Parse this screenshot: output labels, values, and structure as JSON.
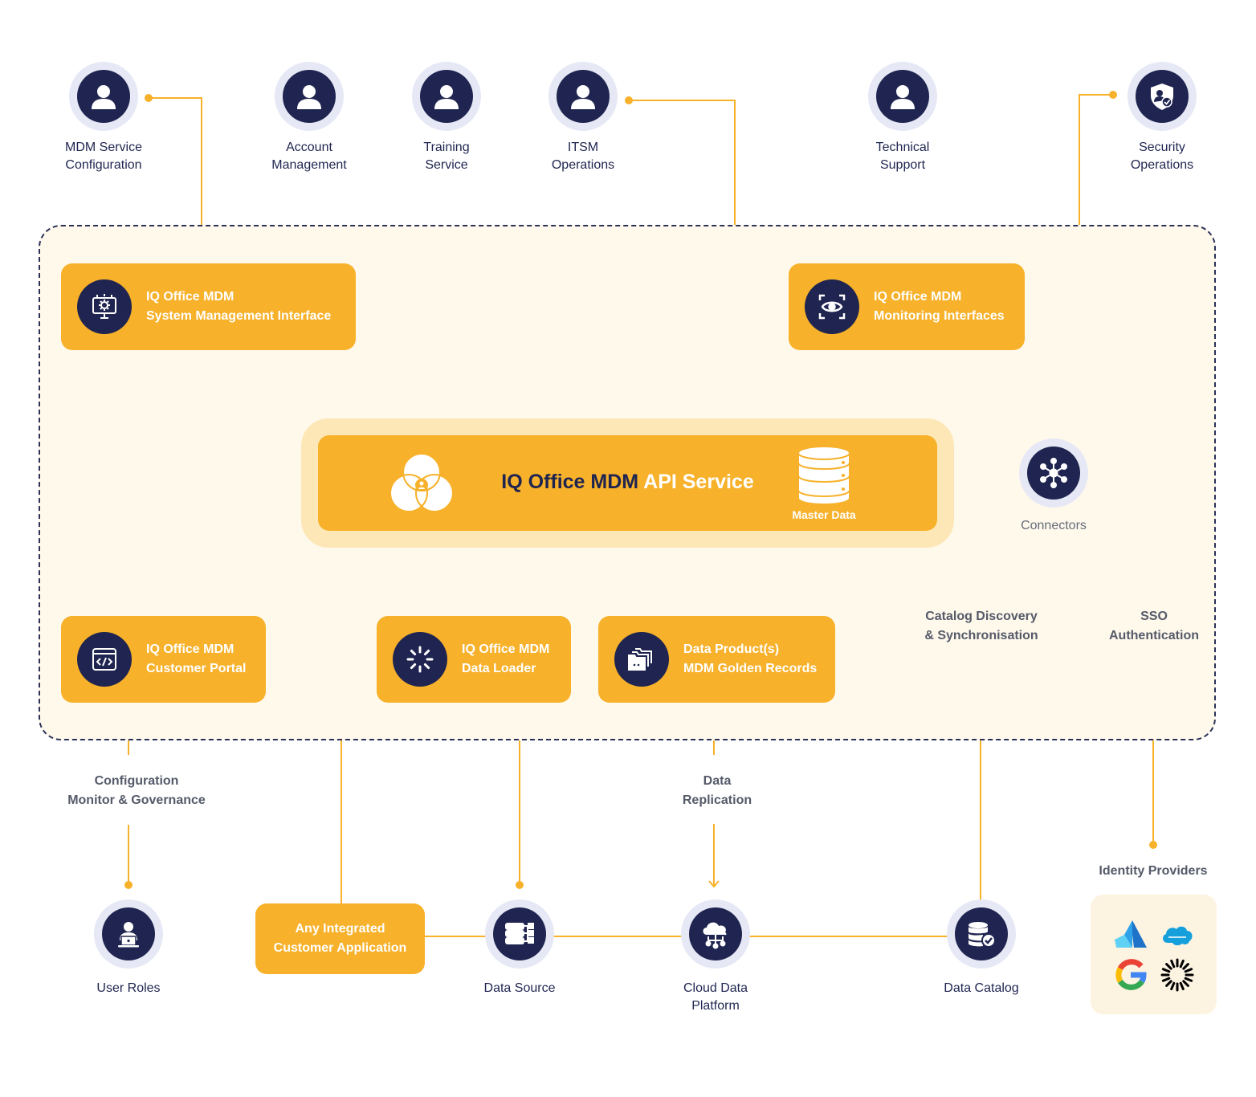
{
  "top_roles": [
    {
      "label": [
        "MDM Service",
        "Configuration"
      ],
      "icon": "user-icon"
    },
    {
      "label": [
        "Account",
        "Management"
      ],
      "icon": "user-icon"
    },
    {
      "label": [
        "Training",
        "Service"
      ],
      "icon": "user-icon"
    },
    {
      "label": [
        "ITSM",
        "Operations"
      ],
      "icon": "user-icon"
    },
    {
      "label": [
        "Technical",
        "Support"
      ],
      "icon": "user-icon"
    },
    {
      "label": [
        "Security",
        "Operations"
      ],
      "icon": "security-shield-icon"
    }
  ],
  "cards": {
    "system_mgmt": {
      "line1": "IQ Office MDM",
      "line2": "System Management Interface",
      "icon": "settings-monitor-icon"
    },
    "monitoring": {
      "line1": "IQ Office MDM",
      "line2": "Monitoring Interfaces",
      "icon": "eye-scan-icon"
    },
    "customer_portal": {
      "line1": "IQ Office MDM",
      "line2": "Customer Portal",
      "icon": "code-window-icon"
    },
    "data_loader": {
      "line1": "IQ Office MDM",
      "line2": "Data Loader",
      "icon": "loader-spinner-icon"
    },
    "data_product": {
      "line1": "Data Product(s)",
      "line2": "MDM Golden Records",
      "icon": "folders-icon"
    }
  },
  "api_service": {
    "title_dark": "IQ Office MDM",
    "title_light": "API Service",
    "master_data_label": "Master Data",
    "logo_icon": "venn-logo-icon",
    "db_icon": "database-icon"
  },
  "connectors": {
    "label": "Connectors",
    "icon": "network-hub-icon"
  },
  "flow_labels": {
    "catalog_discovery": [
      "Catalog Discovery",
      "& Synchronisation"
    ],
    "sso": [
      "SSO",
      "Authentication"
    ],
    "config_monitor": [
      "Configuration",
      "Monitor & Governance"
    ],
    "data_replication": [
      "Data",
      "Replication"
    ],
    "identity_providers": "Identity Providers"
  },
  "bottom_nodes": {
    "user_roles": {
      "label": "User Roles",
      "icon": "user-laptop-icon"
    },
    "any_app": [
      "Any Integrated",
      "Customer Application"
    ],
    "data_source": {
      "label": "Data Source",
      "icon": "server-stack-icon"
    },
    "cloud_platform": {
      "label": [
        "Cloud Data",
        "Platform"
      ],
      "icon": "cloud-network-icon"
    },
    "data_catalog": {
      "label": "Data Catalog",
      "icon": "database-check-icon"
    }
  },
  "idp_logos": [
    "azure-logo-icon",
    "salesforce-logo-icon",
    "google-logo-icon",
    "openai-logo-icon"
  ],
  "colors": {
    "accent": "#f7b12a",
    "navy": "#1f2550",
    "halo": "#fde7b6",
    "zone": "#fff9ec"
  }
}
